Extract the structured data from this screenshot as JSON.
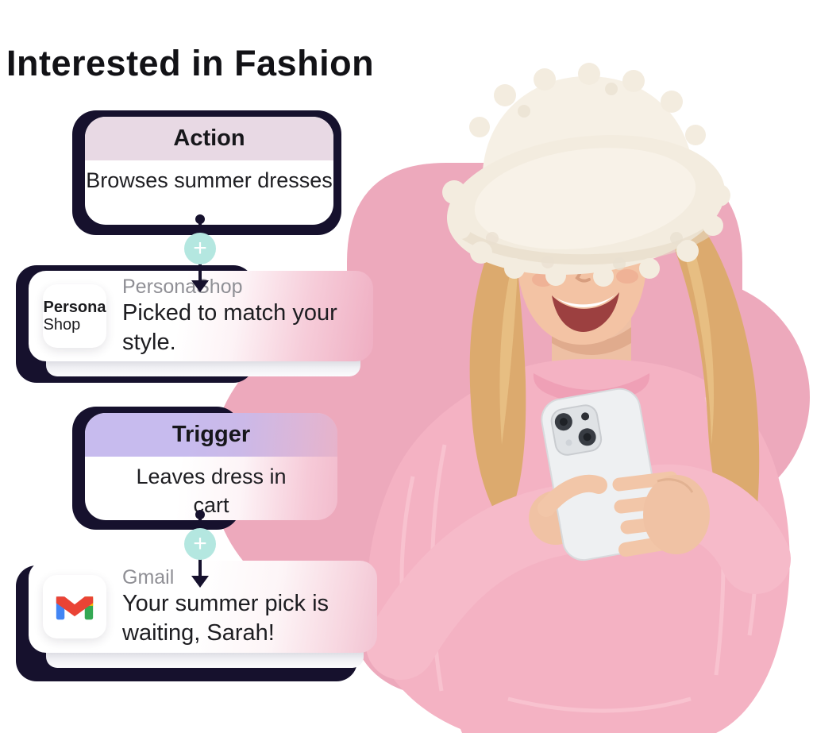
{
  "title": "Interested in Fashion",
  "flow": {
    "action": {
      "header": "Action",
      "body": "Browses summer dresses"
    },
    "personashop": {
      "logo_line1": "Persona",
      "logo_line2": "Shop",
      "app_name": "PersonaShop",
      "message": "Picked to match your style."
    },
    "trigger": {
      "header": "Trigger",
      "body": "Leaves dress in cart"
    },
    "gmail": {
      "app_name": "Gmail",
      "message": "Your summer pick is waiting, Sarah!"
    },
    "connectors": {
      "plus_icon": "+"
    }
  },
  "colors": {
    "shadow_navy": "#16112d",
    "blob_pink": "#eda9bc",
    "mint_plus": "#b4e7e0",
    "action_header_bg": "#e8d9e4",
    "trigger_header_bg": "#c7bbee",
    "gmail_red": "#ea4335",
    "gmail_blue": "#4285f4",
    "gmail_green": "#34a853",
    "gmail_yellow": "#fbbc04"
  }
}
